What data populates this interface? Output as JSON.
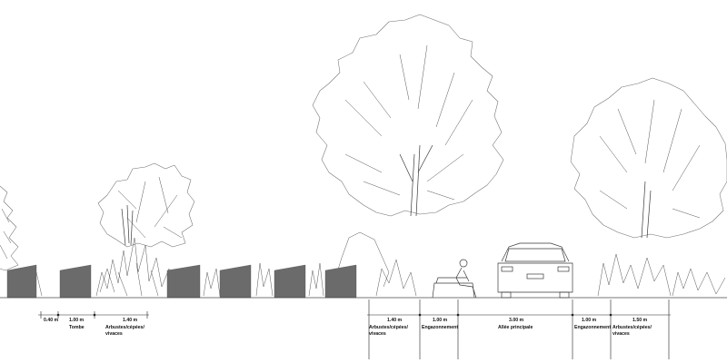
{
  "title": "",
  "left_dimensions": [
    {
      "value": "0.40 m",
      "label": ""
    },
    {
      "value": "1.00 m",
      "label": "Tombe"
    },
    {
      "value": "1.40 m",
      "label_lines": [
        "Arbustes/cépées/",
        "vivaces"
      ]
    }
  ],
  "right_dimensions": [
    {
      "value": "1.40 m",
      "label_lines": [
        "Arbustes/cépées/",
        "vivaces"
      ]
    },
    {
      "value": "1.00 m",
      "label_lines": [
        "Engazonnement"
      ]
    },
    {
      "value": "3.00 m",
      "label_lines": [
        "Allée principale"
      ]
    },
    {
      "value": "1.00 m",
      "label_lines": [
        "Engazonnement"
      ]
    },
    {
      "value": "1.50 m",
      "label_lines": [
        "Arbustes/cépées/",
        "vivaces"
      ]
    }
  ],
  "colors": {
    "tomb_fill": "#6b6b6b",
    "line": "#6f6f6f",
    "ground": "#4a4a4a"
  }
}
